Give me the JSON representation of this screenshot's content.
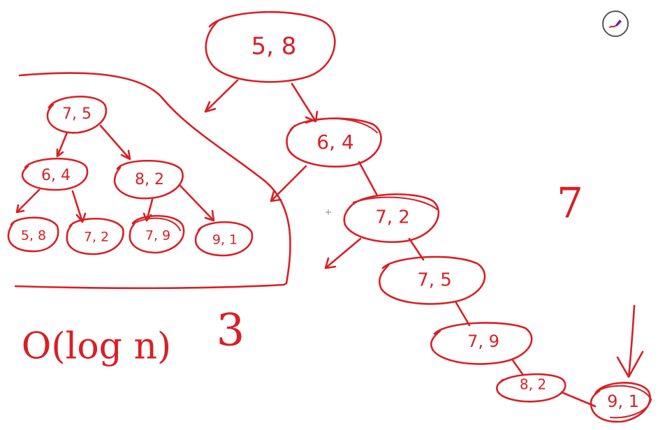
{
  "colors": {
    "ink": "#d91f26",
    "background": "#ffffff",
    "tool_accent": "#7b1fa2"
  },
  "chain": {
    "root": "5, 8",
    "nodes": [
      "6, 4",
      "7, 2",
      "7, 5",
      "7, 9",
      "8, 2",
      "9, 1"
    ]
  },
  "balanced_tree": {
    "root": "7, 5",
    "level1": [
      "6, 4",
      "8, 2"
    ],
    "level2": [
      "5, 8",
      "7, 2",
      "7, 9",
      "9, 1"
    ]
  },
  "notes": {
    "chain_height": "7",
    "tree_height": "3",
    "complexity": "O(log n)"
  },
  "tools": {
    "pen_icon": "pen-icon"
  }
}
